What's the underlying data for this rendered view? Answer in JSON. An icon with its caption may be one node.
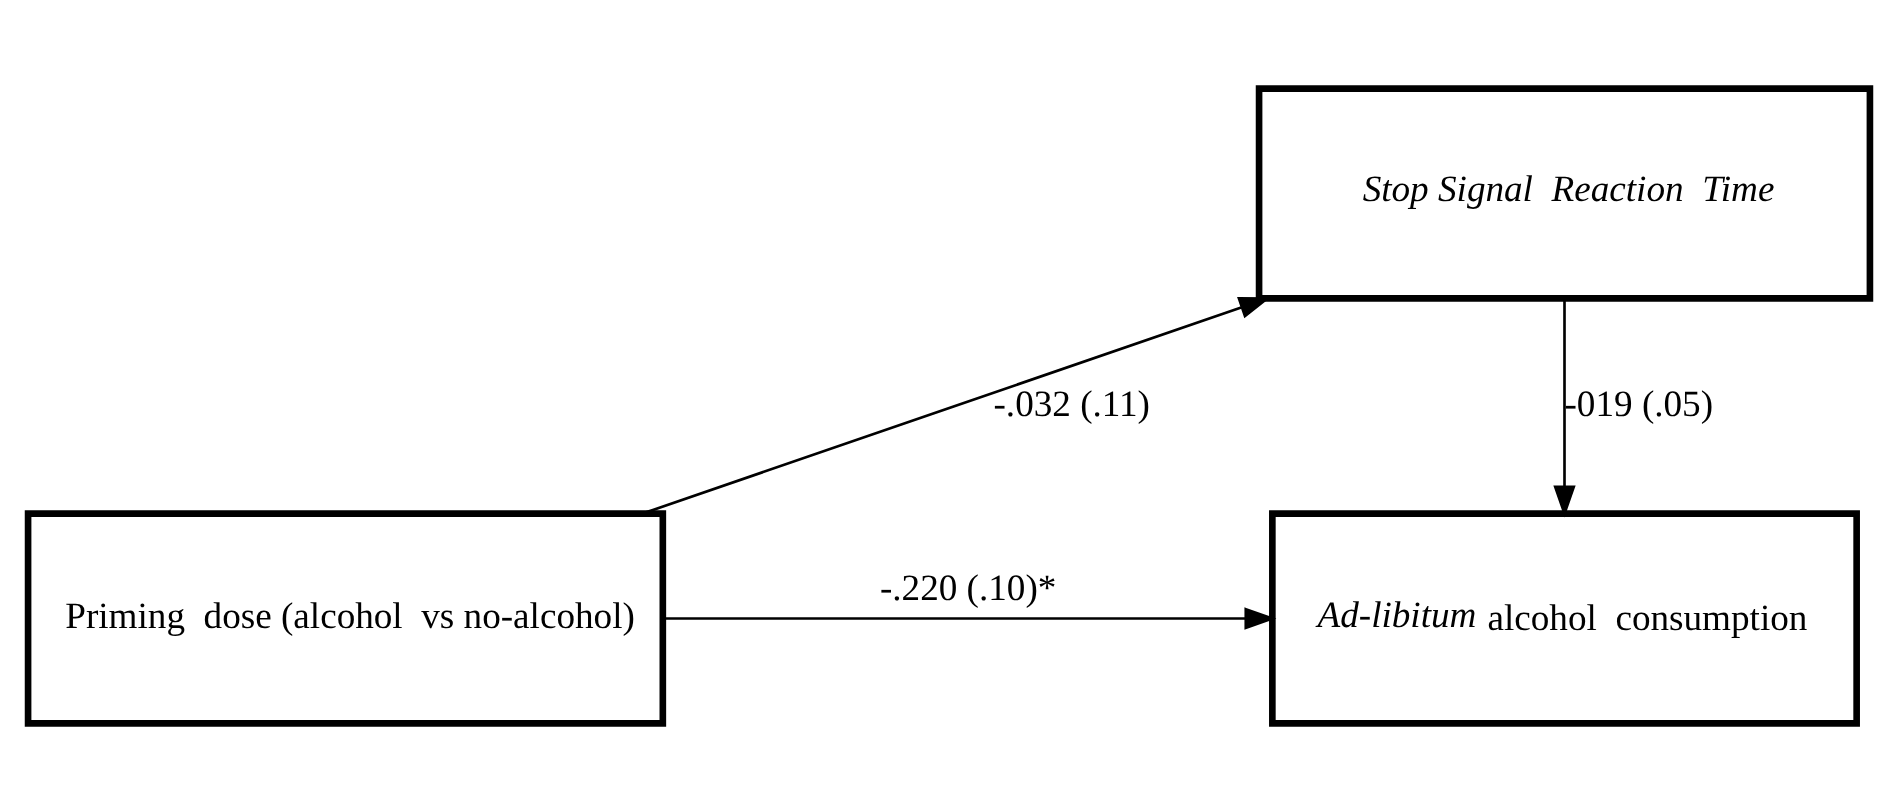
{
  "diagram": {
    "nodes": [
      {
        "text": [
          "Priming  dose (alcohol  vs no-alcohol)"
        ]
      },
      {
        "text": [
          "Stop Signal  Reaction  Time"
        ]
      },
      {
        "text": [
          "*Ad-libitum* alcohol  consumption"
        ]
      }
    ],
    "edges": [
      {
        "from": 0,
        "to": 1,
        "arrow": "to",
        "label": "-.032 (.11)"
      },
      {
        "from": 1,
        "to": 2,
        "arrow": "to",
        "label": "-019 (.05)"
      },
      {
        "from": 0,
        "to": 2,
        "arrow": "to",
        "label": "-.220 (.10)*"
      }
    ]
  }
}
